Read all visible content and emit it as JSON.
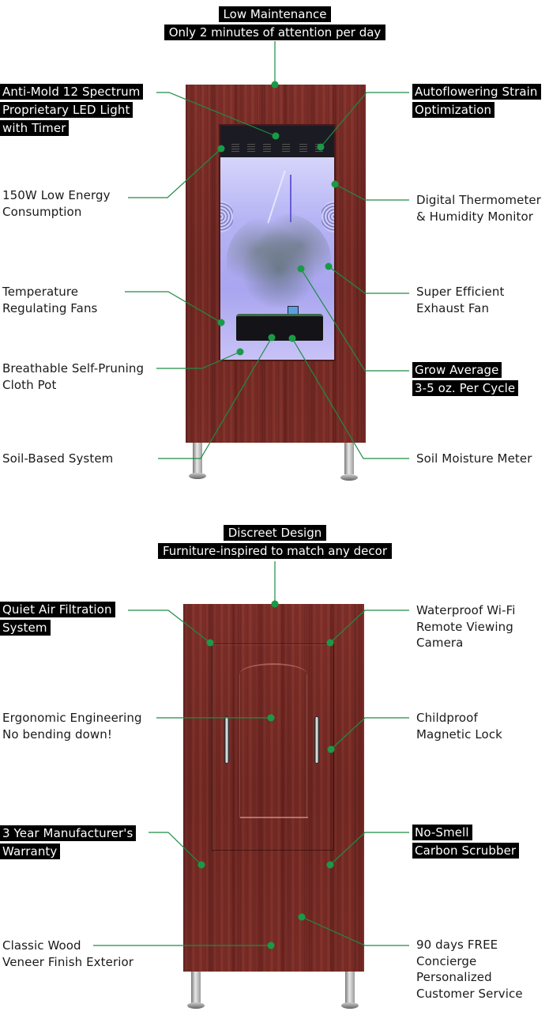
{
  "section_top": {
    "header": {
      "title": "Low Maintenance",
      "subtitle": "Only 2 minutes of attention per day"
    },
    "left_callouts": [
      {
        "lines": [
          "Anti-Mold 12 Spectrum",
          "Proprietary LED Light",
          "with Timer"
        ],
        "highlighted": true
      },
      {
        "lines": [
          "150W Low Energy",
          "Consumption"
        ],
        "highlighted": false
      },
      {
        "lines": [
          "Temperature",
          "Regulating Fans"
        ],
        "highlighted": false
      },
      {
        "lines": [
          "Breathable Self-Pruning",
          "Cloth Pot"
        ],
        "highlighted": false
      },
      {
        "lines": [
          "Soil-Based System"
        ],
        "highlighted": false
      }
    ],
    "right_callouts": [
      {
        "lines": [
          "Autoflowering Strain",
          "Optimization"
        ],
        "highlighted": true
      },
      {
        "lines": [
          "Digital Thermometer",
          "& Humidity Monitor"
        ],
        "highlighted": false
      },
      {
        "lines": [
          "Super Efficient",
          "Exhaust Fan"
        ],
        "highlighted": false
      },
      {
        "lines": [
          "Grow Average",
          "3-5 oz. Per Cycle"
        ],
        "highlighted": true
      },
      {
        "lines": [
          "Soil Moisture Meter"
        ],
        "highlighted": false
      }
    ]
  },
  "section_bottom": {
    "header": {
      "title": "Discreet Design",
      "subtitle": "Furniture-inspired to match any decor"
    },
    "left_callouts": [
      {
        "lines": [
          "Quiet Air Filtration",
          "System"
        ],
        "highlighted": true
      },
      {
        "lines": [
          "Ergonomic Engineering",
          "No bending down!"
        ],
        "highlighted": false
      },
      {
        "lines": [
          "3 Year Manufacturer's",
          "Warranty"
        ],
        "highlighted": true
      },
      {
        "lines": [
          "Classic Wood",
          "Veneer Finish Exterior"
        ],
        "highlighted": false
      }
    ],
    "right_callouts": [
      {
        "lines": [
          "Waterproof Wi-Fi",
          "Remote Viewing",
          "Camera"
        ],
        "highlighted": false
      },
      {
        "lines": [
          "Childproof",
          "Magnetic Lock"
        ],
        "highlighted": false
      },
      {
        "lines": [
          "No-Smell",
          "Carbon Scrubber"
        ],
        "highlighted": true
      },
      {
        "lines": [
          "90 days FREE",
          "Concierge",
          "Personalized",
          "Customer Service"
        ],
        "highlighted": false
      }
    ]
  },
  "colors": {
    "leader_line": "#1e8c44",
    "dot": "#1a9a46",
    "highlight_bg": "#000000",
    "highlight_text": "#ffffff",
    "wood": "#7a2b26",
    "grow_light": "#b6b4f4"
  },
  "icons": {
    "callout_dot": "green-dot-icon"
  }
}
